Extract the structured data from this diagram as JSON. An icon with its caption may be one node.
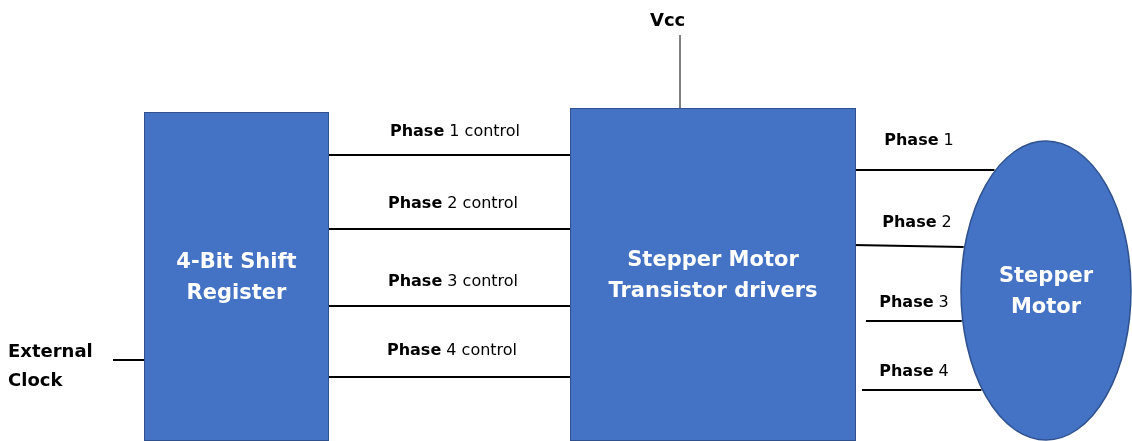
{
  "diagram": {
    "nodes": [
      {
        "text": [
          "4-Bit Shift Register"
        ]
      },
      {
        "text": [
          "Stepper Motor Transistor drivers"
        ]
      },
      {
        "text": [
          "Stepper Motor"
        ]
      },
      {
        "text": [
          "External Clock"
        ]
      },
      {
        "text": [
          "Vcc"
        ]
      }
    ],
    "edges": [
      {
        "from": 3,
        "to": 0,
        "arrow": "none"
      },
      {
        "from": 4,
        "to": 1,
        "arrow": "none"
      },
      {
        "from": 0,
        "to": 1,
        "arrow": "none",
        "label": "**Phase** 1 control"
      },
      {
        "from": 0,
        "to": 1,
        "arrow": "none",
        "label": "**Phase** 2 control"
      },
      {
        "from": 0,
        "to": 1,
        "arrow": "none",
        "label": "**Phase** 3 control"
      },
      {
        "from": 0,
        "to": 1,
        "arrow": "none",
        "label": "**Phase** 4 control"
      },
      {
        "from": 1,
        "to": 2,
        "arrow": "none",
        "label": "**Phase** 1"
      },
      {
        "from": 1,
        "to": 2,
        "arrow": "none",
        "label": "**Phase** 2"
      },
      {
        "from": 1,
        "to": 2,
        "arrow": "none",
        "label": "**Phase** 3"
      },
      {
        "from": 1,
        "to": 2,
        "arrow": "none",
        "label": "**Phase** 4"
      }
    ]
  }
}
